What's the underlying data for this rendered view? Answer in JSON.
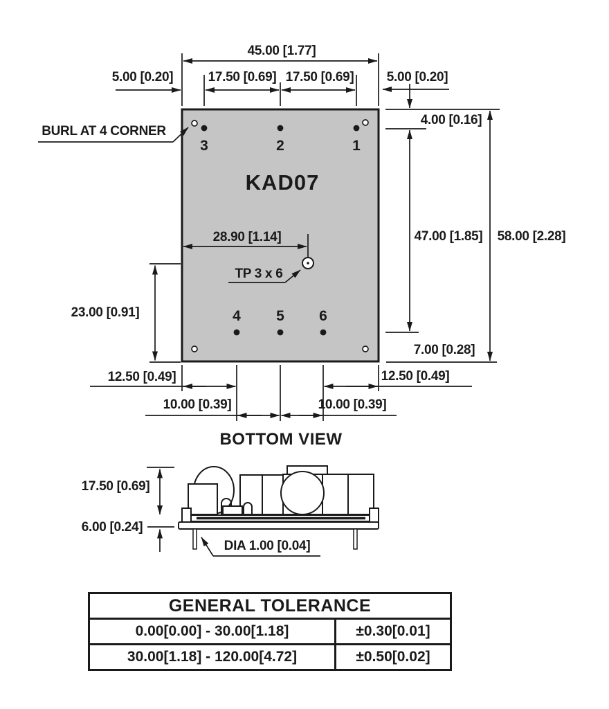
{
  "drawing": {
    "module_label": "KAD07",
    "view_label": "BOTTOM VIEW",
    "notes": {
      "burl": "BURL AT 4 CORNER",
      "test_point": "TP 3 x 6",
      "pin_diameter": "DIA 1.00 [0.04]"
    },
    "pins": {
      "top": [
        "3",
        "2",
        "1"
      ],
      "bottom": [
        "4",
        "5",
        "6"
      ]
    },
    "dims": {
      "total_width": "45.00 [1.77]",
      "edge_to_pin_left": "5.00 [0.20]",
      "pin_pitch_top_left": "17.50 [0.69]",
      "pin_pitch_top_right": "17.50 [0.69]",
      "edge_to_pin_right": "5.00 [0.20]",
      "top_edge_to_pin_row": "4.00 [0.16]",
      "pin_row_span": "47.00 [1.85]",
      "total_height": "58.00 [2.28]",
      "pin_row_to_bottom": "7.00 [0.28]",
      "tp_from_left_edge": "28.90 [1.14]",
      "tp_row_to_bottom": "23.00 [0.91]",
      "bottom_edge_to_pin_left": "12.50 [0.49]",
      "bottom_edge_to_pin_right": "12.50 [0.49]",
      "bottom_pin_pitch_left": "10.00 [0.39]",
      "bottom_pin_pitch_right": "10.00 [0.39]",
      "component_height": "17.50 [0.69]",
      "pin_length": "6.00 [0.24]"
    }
  },
  "tolerance_table": {
    "title": "GENERAL TOLERANCE",
    "rows": [
      {
        "range": "0.00[0.00] - 30.00[1.18]",
        "tolerance": "±0.30[0.01]"
      },
      {
        "range": "30.00[1.18] - 120.00[4.72]",
        "tolerance": "±0.50[0.02]"
      }
    ]
  },
  "colors": {
    "line": "#1a1a1a",
    "board_fill": "#c5c5c5",
    "background": "#ffffff"
  }
}
